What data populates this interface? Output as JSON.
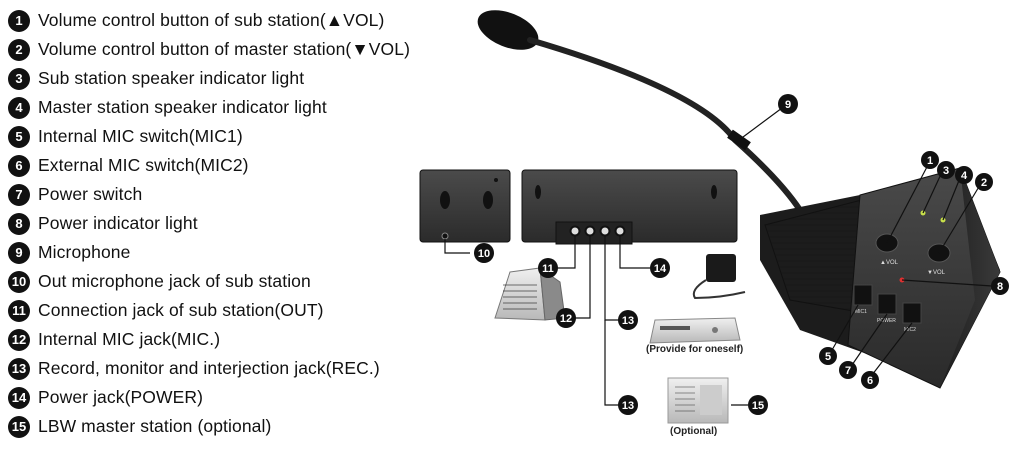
{
  "legend": [
    {
      "num": "1",
      "label": "Volume control button of sub station(▲VOL)"
    },
    {
      "num": "2",
      "label": "Volume control button of master station(▼VOL)"
    },
    {
      "num": "3",
      "label": "Sub station speaker indicator light"
    },
    {
      "num": "4",
      "label": "Master station speaker indicator light"
    },
    {
      "num": "5",
      "label": "Internal MIC switch(MIC1)"
    },
    {
      "num": "6",
      "label": "External MIC switch(MIC2)"
    },
    {
      "num": "7",
      "label": "Power switch"
    },
    {
      "num": "8",
      "label": "Power indicator light"
    },
    {
      "num": "9",
      "label": "Microphone"
    },
    {
      "num": "10",
      "label": "Out microphone jack of sub station"
    },
    {
      "num": "11",
      "label": "Connection jack of sub station(OUT)"
    },
    {
      "num": "12",
      "label": "Internal MIC jack(MIC.)"
    },
    {
      "num": "13",
      "label": "Record, monitor and interjection jack(REC.)"
    },
    {
      "num": "14",
      "label": "Power jack(POWER)"
    },
    {
      "num": "15",
      "label": "LBW master station (optional)"
    }
  ],
  "captions": {
    "provide": "(Provide for oneself)",
    "optional": "(Optional)"
  },
  "device_labels": {
    "vol_up": "▲VOL",
    "vol_down": "▼VOL",
    "mic1": "MIC1",
    "power": "POWER",
    "mic2": "MIC2"
  },
  "colors": {
    "badge": "#111111",
    "device_body": "#2a2a2a",
    "indicator_light": "#c8e04a",
    "power_light": "#e03030"
  }
}
